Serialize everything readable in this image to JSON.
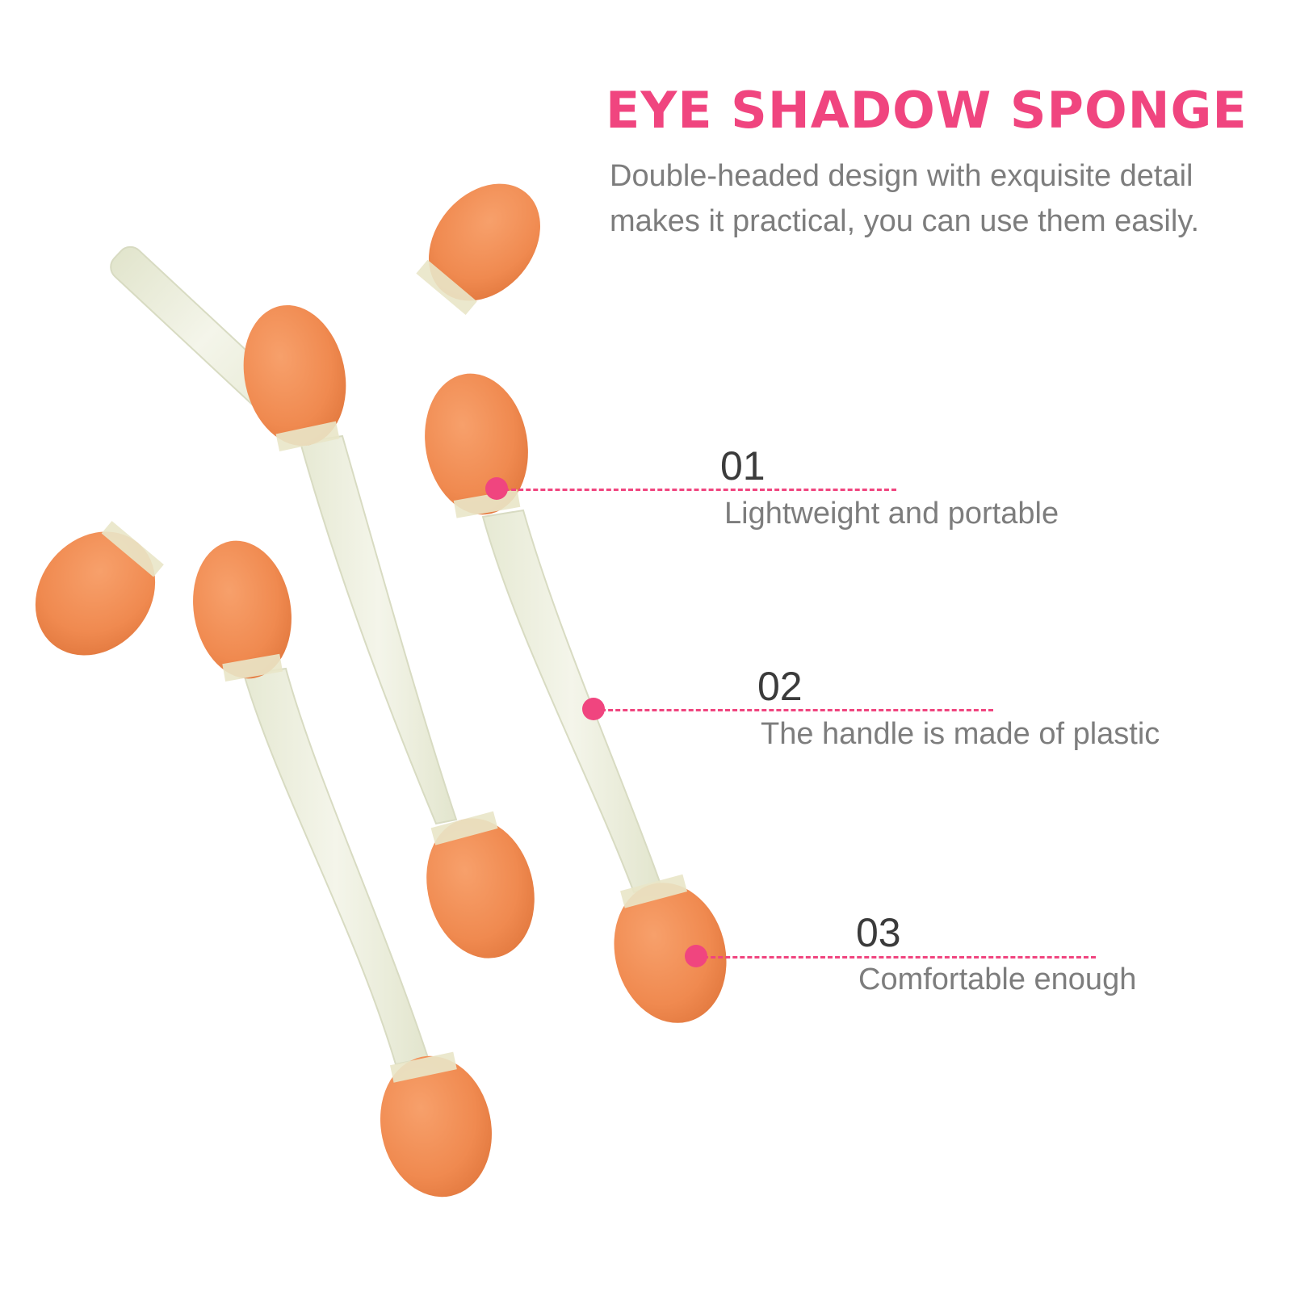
{
  "header": {
    "title": "EYE SHADOW SPONGE",
    "description_line1": "Double-headed design with exquisite detail",
    "description_line2": "makes it practical, you can use them easily."
  },
  "features": [
    {
      "number": "01",
      "text": "Lightweight and portable"
    },
    {
      "number": "02",
      "text": "The handle is made of plastic"
    },
    {
      "number": "03",
      "text": "Comfortable enough"
    }
  ],
  "colors": {
    "accent": "#f0457f",
    "sponge": "#f08a50",
    "handle": "#eef0df",
    "text_dark": "#3b3b3b",
    "text_gray": "#7d7d7d"
  }
}
